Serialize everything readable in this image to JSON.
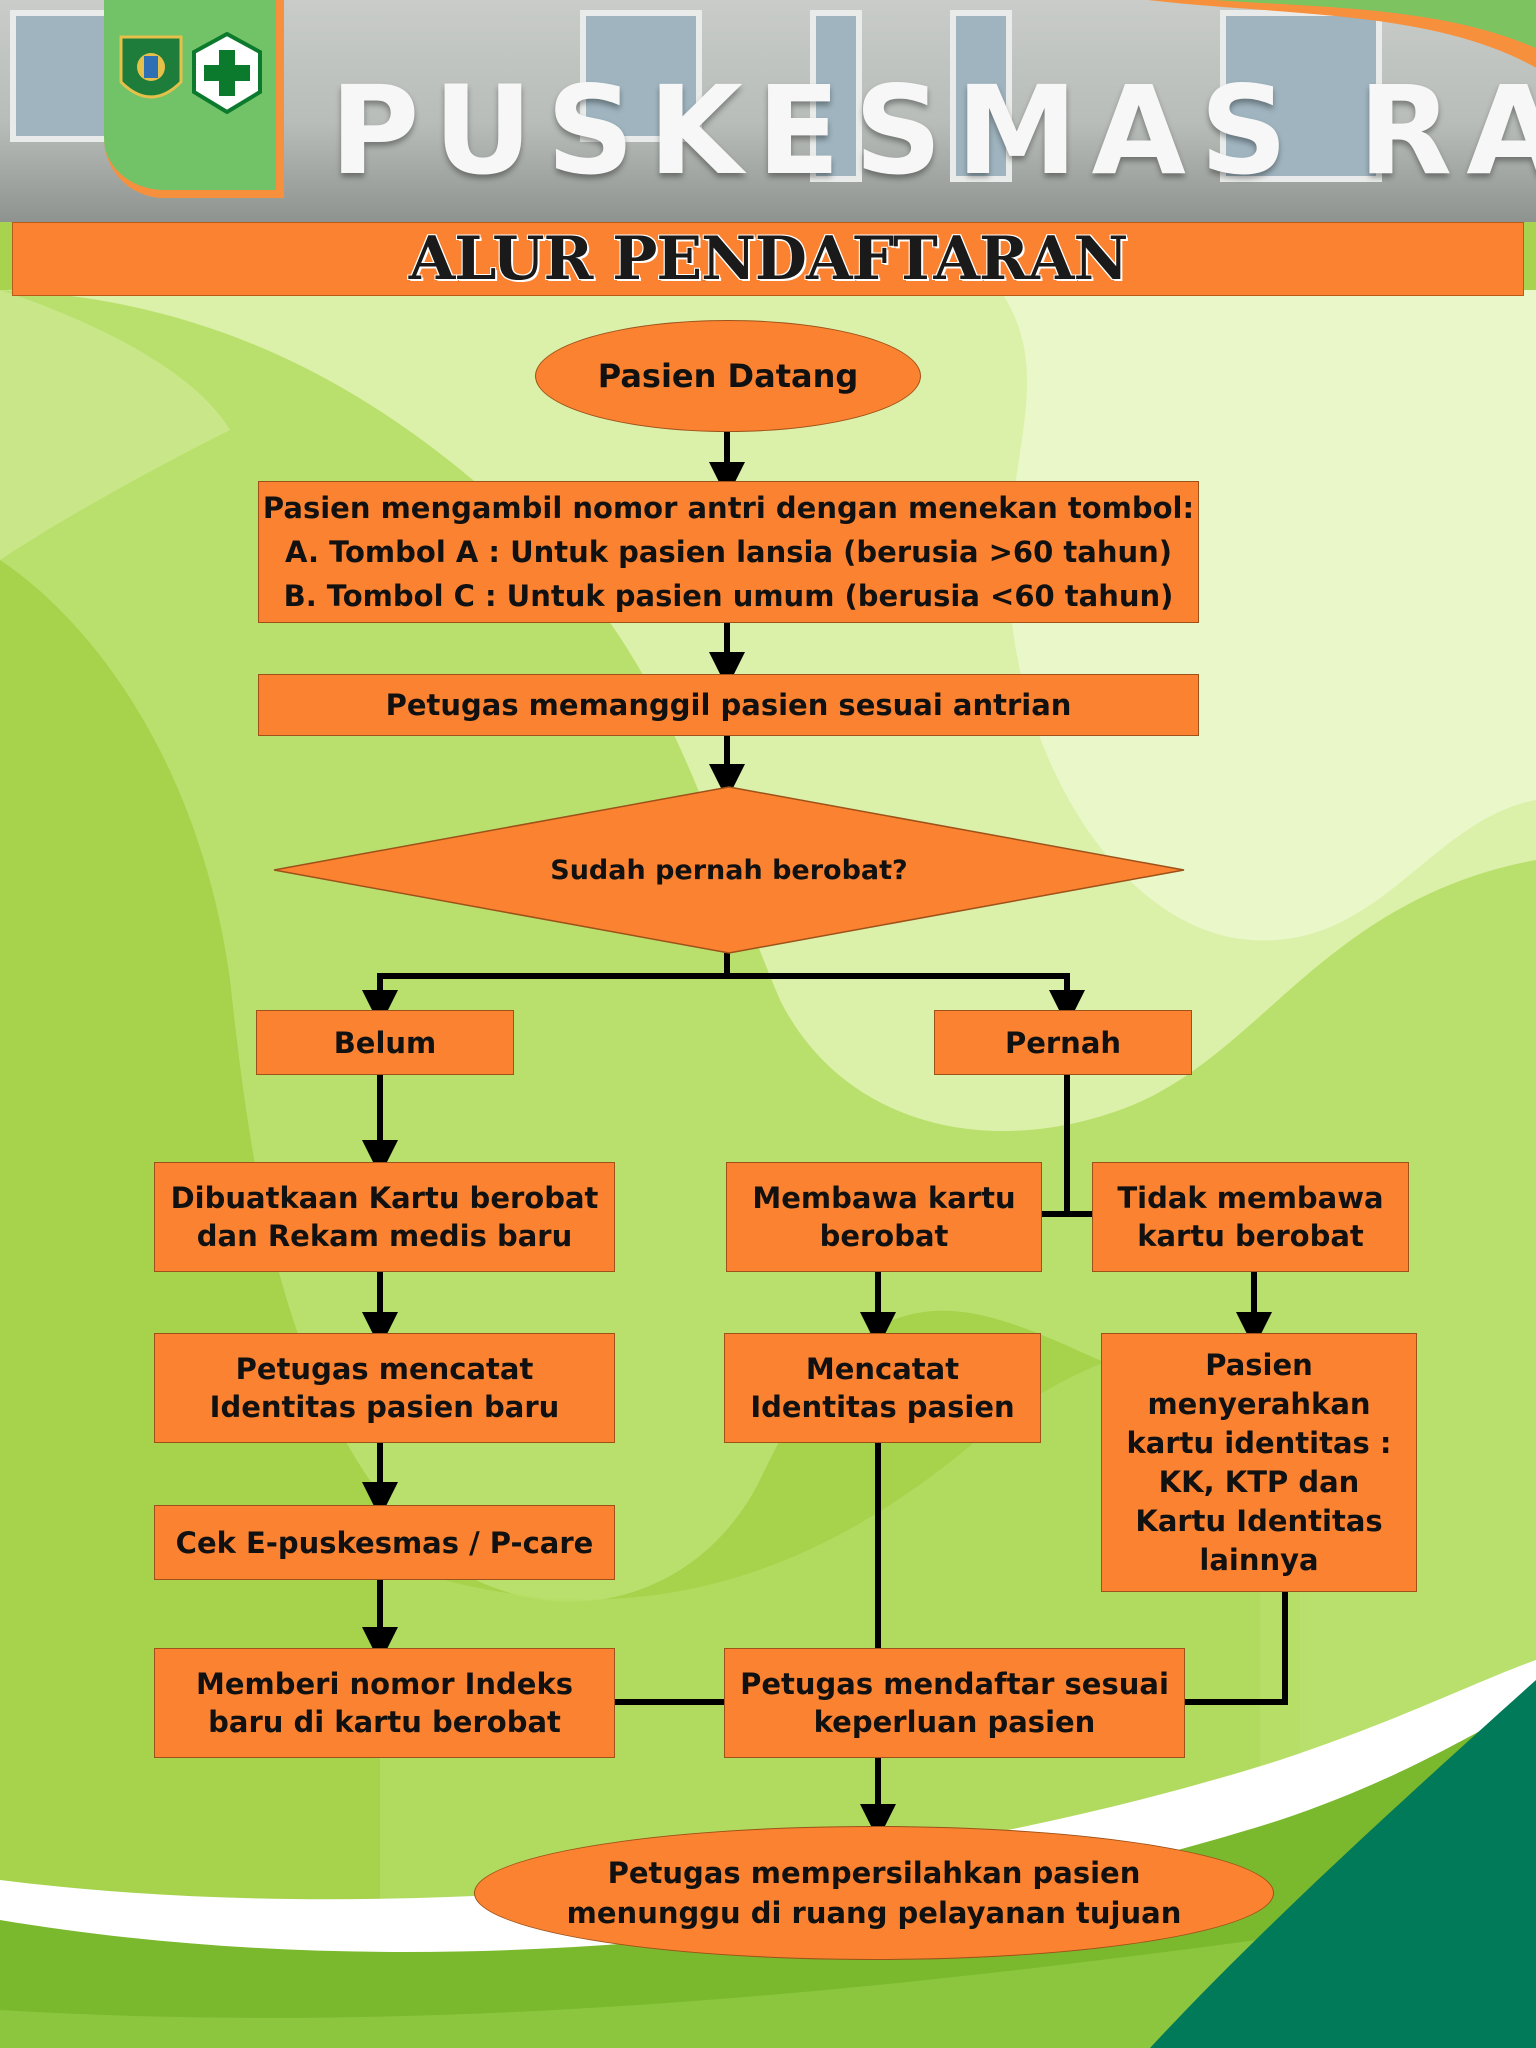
{
  "title": "ALUR PENDAFTARAN",
  "header": {
    "building_sign": "PUSKESMAS RACI"
  },
  "colors": {
    "node_fill": "#fb8230",
    "title_fill": "#fb8230",
    "light_green": "#dff2b0",
    "mid_green": "#b9e06d",
    "dark_green": "#007a58",
    "connector": "#000000"
  },
  "nodes": {
    "start": "Pasien Datang",
    "take_number": {
      "line1": "Pasien mengambil nomor antri dengan menekan tombol:",
      "line2": "A. Tombol A : Untuk pasien lansia (berusia >60 tahun)",
      "line3": "B. Tombol C : Untuk pasien umum (berusia <60 tahun)"
    },
    "call_patient": "Petugas memanggil pasien sesuai antrian",
    "decision": "Sudah pernah berobat?",
    "not_yet": "Belum",
    "already": "Pernah",
    "new_card": {
      "line1": "Dibuatkaan Kartu berobat",
      "line2": "dan Rekam medis baru"
    },
    "bring_card": {
      "line1": "Membawa kartu",
      "line2": "berobat"
    },
    "no_card": {
      "line1": "Tidak membawa",
      "line2": "kartu berobat"
    },
    "record_new": {
      "line1": "Petugas mencatat",
      "line2": "Identitas pasien baru"
    },
    "record_identity": {
      "line1": "Mencatat",
      "line2": "Identitas pasien"
    },
    "submit_id": {
      "line1": "Pasien",
      "line2": "menyerahkan",
      "line3": "kartu identitas :",
      "line4": "KK, KTP dan",
      "line5": "Kartu Identitas",
      "line6": "lainnya"
    },
    "check_system": "Cek E-puskesmas / P-care",
    "index_number": {
      "line1": "Memberi nomor Indeks",
      "line2": "baru di kartu berobat"
    },
    "register": {
      "line1": "Petugas mendaftar sesuai",
      "line2": "keperluan pasien"
    },
    "end": {
      "line1": "Petugas mempersilahkan pasien",
      "line2": "menunggu di ruang pelayanan tujuan"
    }
  }
}
